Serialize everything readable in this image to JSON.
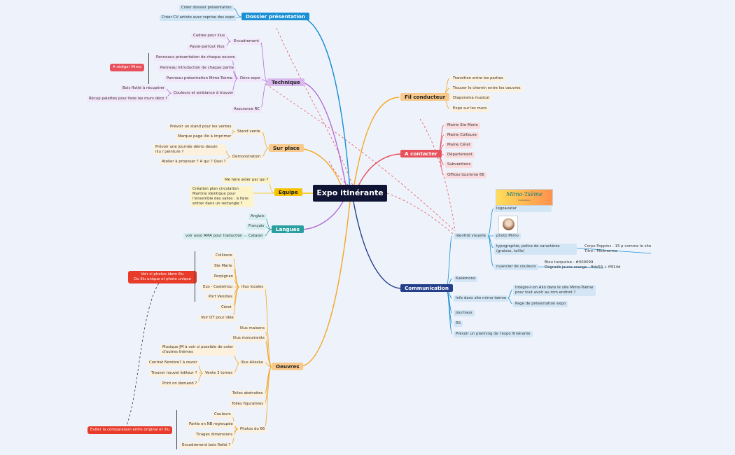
{
  "root": {
    "label": "Expo itinérante"
  },
  "colors": {
    "root": "#101434",
    "blue": "#1a8fd4",
    "purple": "#b46cd6",
    "orange": "#f5a623",
    "yellow": "#f7c200",
    "teal": "#2a9fa0",
    "red": "#e8505b",
    "navy": "#25408a",
    "note_red": "#e83b2a"
  },
  "branches": {
    "dossier": {
      "label": "Dossier présentation",
      "items": [
        "Créer dossier présentation",
        "Créer CV artiste avec reprise des expo"
      ]
    },
    "technique": {
      "label": "Technique",
      "encadrement": "Encadrement",
      "encadrement_items": [
        "Cadres pour illus",
        "Passe-partout illus"
      ],
      "deco": "Déco expo",
      "deco_items": [
        "Panneaux présentation de chaque oeuvre",
        "Panneau introduction de chaque partie",
        "Panneau présentation Mimo-Tsème",
        "Couleurs et ambiance à trouver"
      ],
      "bois": "Bois flotté à récupérer",
      "palettes": "Récup palettes pour faire les murs déco ?",
      "assurance": "Assurance RC",
      "note": "A rédiger Mimo"
    },
    "surplace": {
      "label": "Sur place",
      "stand": "Stand vente",
      "stand_items": [
        "Prévoir un stand pour les ventes",
        "Marque page illo à imprimer"
      ],
      "demo": "Démonstration",
      "demo_items": [
        "Prévoir une journée démo dessin illu / peinture ?",
        "Atelier à proposer ? A qui ? Quoi ?"
      ]
    },
    "equipe": {
      "label": "Equipe",
      "items": [
        "Me faire aider par qui ?",
        "Création plan circulation Martine identique pour l'ensemble des salles : à faire entrer dans un rectangle ?"
      ]
    },
    "langues": {
      "label": "Langues",
      "items": [
        "Anglais",
        "Français",
        "Catalan"
      ],
      "catalan_sub": "voir asso AMA pour traduction"
    },
    "oeuvres": {
      "label": "Oeuvres",
      "illus_locales": "Illus locales",
      "locales_items": [
        "Collioure",
        "Ste Marie",
        "Perpignan",
        "Eus - Castelnou",
        "Port Vendres",
        "Céret",
        "Voir OT pour idée"
      ],
      "note1": "Voir si photos idem illu\nOu illu unique et photo unique",
      "maisons": "Illus maisons",
      "monuments": "Illus monuments",
      "alioska": "Illus Alioska",
      "alioska_items": [
        "Musique JM à voir si possible de créer d'autres thèmes"
      ],
      "vente": "Vente 3 tomes",
      "vente_items": [
        "Contrat Nombre? à revoir",
        "Trouver nouvel éditeur ?",
        "Print on demand ?"
      ],
      "abstraites": "Toiles abstraites",
      "figuratives": "Toiles figuratives",
      "photos": "Photos du 66",
      "photos_items": [
        "Couleurs",
        "Partie en NB regroupée",
        "Tirages dimensions",
        "Encadrement bois flotté ?"
      ],
      "note2": "Eviter la comparaison entre original et illu"
    },
    "fil": {
      "label": "Fil conducteur",
      "items": [
        "Transition entre les parties",
        "Trouver le chemin entre les oeuvres",
        "Diaporama musical",
        "Expo sur les murs"
      ]
    },
    "contacter": {
      "label": "A contacter",
      "items": [
        "Mairie Ste Marie",
        "Mairie Collioure",
        "Mairie Céret",
        "Département",
        "Subventions",
        "Offices tourisme 66"
      ]
    },
    "communication": {
      "label": "Communication",
      "identite": "Identité visuelle",
      "logo_text": "Mimo-Tsème",
      "logo_sub": "illustrations",
      "logoavatar": "logoavatar",
      "photo": "photo Mimo",
      "typo": "typographie, police de caractères (graisse, taille)",
      "typo_sub": [
        "Corps Poppins - 15 p comme le site",
        "Titre : Micknorma"
      ],
      "nuancier": "nuancier de couleurs",
      "nuancier_sub": [
        "Bleu turquoise : #009099",
        "Dégradé jaune orange : ffde59 + ff914d"
      ],
      "kakemono": "Kakémono",
      "info": "Info dans site mimo-tsème",
      "info_sub1": "Intégre-t-on Alio dans le site Mimo-Tsème pour tout avoir au mm endroit ?",
      "info_sub2": "Page de présentation expo",
      "journaux": "Journaux",
      "rs": "RS",
      "planning": "Prévoir un planning de l'expo itinérante"
    }
  }
}
